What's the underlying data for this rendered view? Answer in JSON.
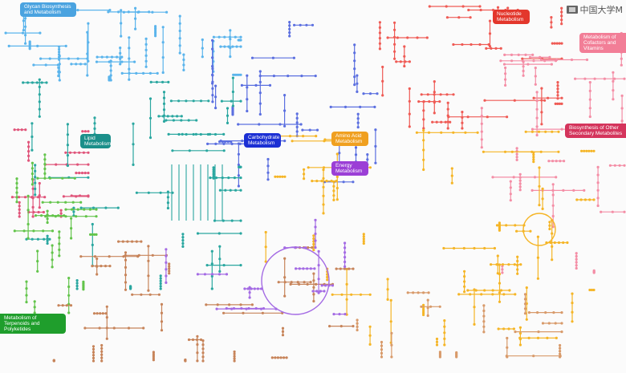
{
  "watermark": "中国大学M",
  "categories": {
    "glycan": {
      "label": "Glycan Biosynthesis and Metabolism",
      "color": "#4aa3e0"
    },
    "nucleotide": {
      "label": "Nucleotide Metabolism",
      "color": "#e3372c"
    },
    "cofactors": {
      "label": "Metabolism of Cofactors and Vitamins",
      "color": "#f27e97"
    },
    "secondary": {
      "label": "Biosynthesis of Other Secondary Metabolites",
      "color": "#d4345c"
    },
    "lipid": {
      "label": "Lipid Metabolism",
      "color": "#1b8f8a"
    },
    "carbohydrate": {
      "label": "Carbohydrate Metabolism",
      "color": "#1b2fd4"
    },
    "amino": {
      "label": "Amino Acid Metabolism",
      "color": "#f0a020"
    },
    "energy": {
      "label": "Energy Metabolism",
      "color": "#9b3fd6"
    },
    "terpenoids": {
      "label": "Metabolism of Terpenoids and Polyketides",
      "color": "#1f9e2c"
    }
  },
  "colors": {
    "glycan": "#5ab4ec",
    "carb": "#5b6fe0",
    "lipid": "#2aa7a0",
    "amino": "#f5b526",
    "nucleo": "#ef5b55",
    "cofactor": "#f48ea6",
    "secondary": "#e0547a",
    "terpen": "#62c44a",
    "xeno": "#c7845a",
    "energy": "#a46be4",
    "other": "#d89a6a"
  }
}
